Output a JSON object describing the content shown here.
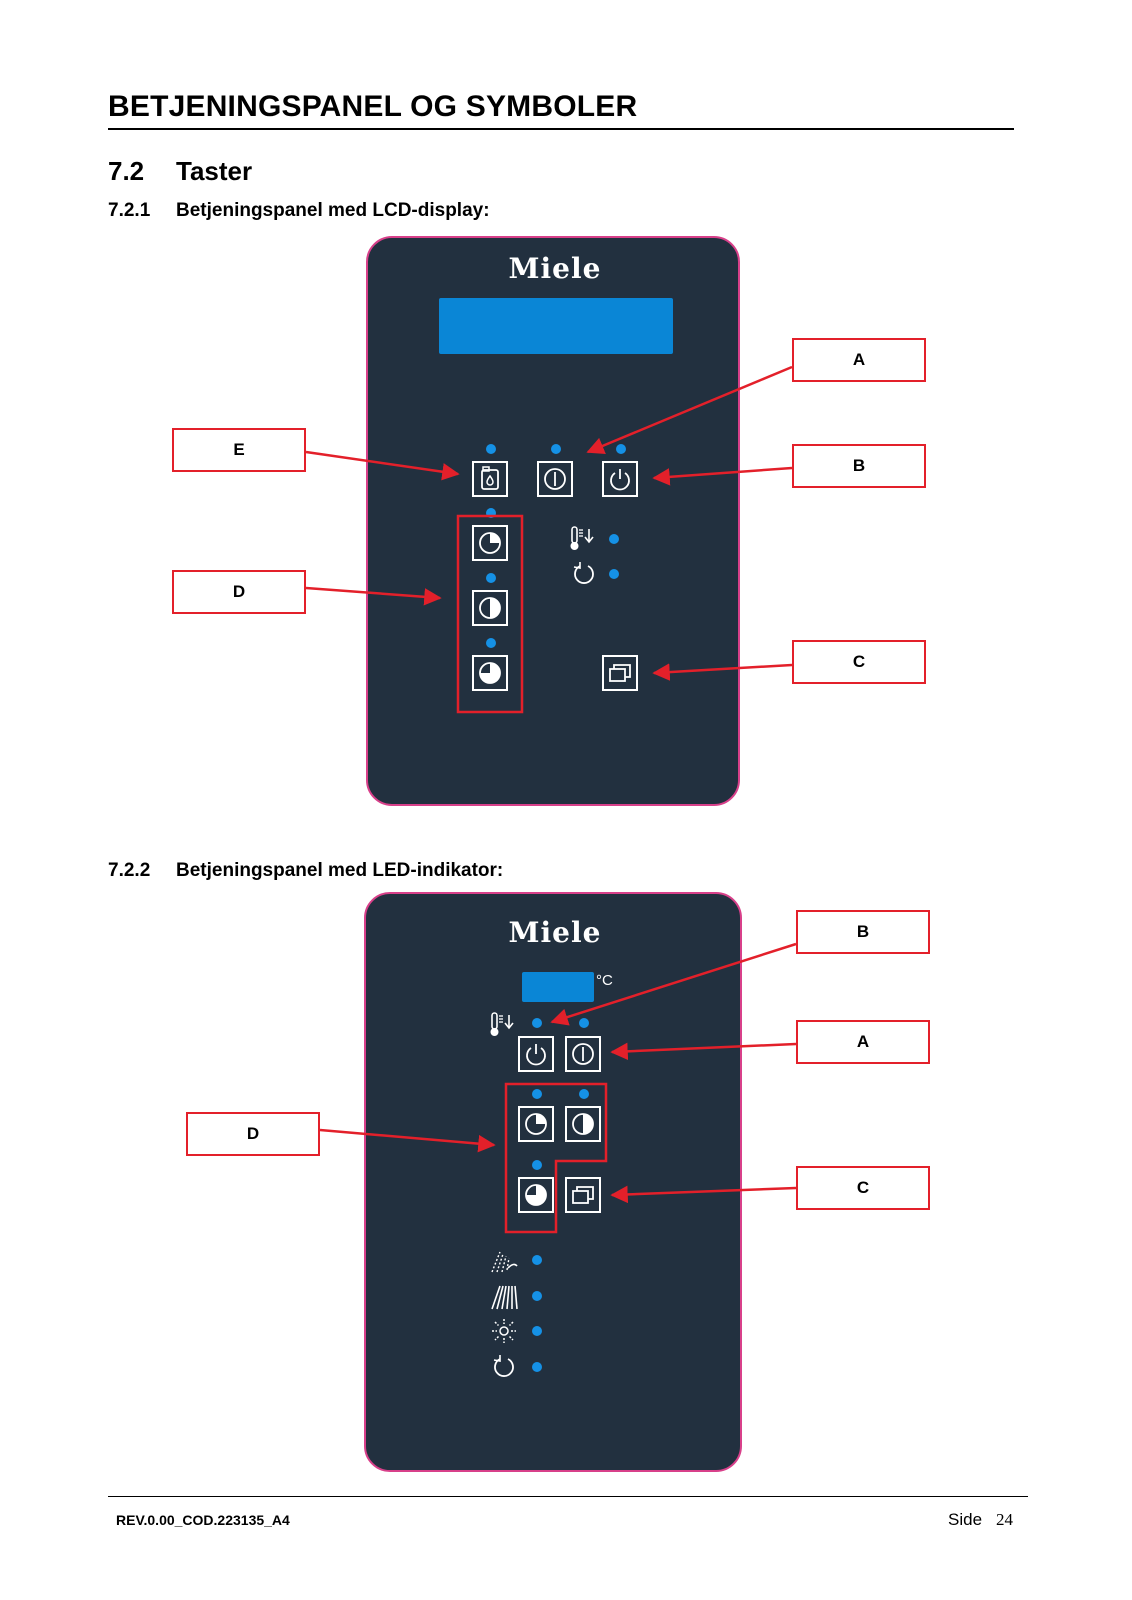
{
  "header": {
    "title": "BETJENINGSPANEL OG SYMBOLER",
    "section_number": "7.2",
    "section_title": "Taster"
  },
  "panel_lcd": {
    "subsection_number": "7.2.1",
    "subsection_title": "Betjeningspanel med LCD-display:",
    "brand": "Miele",
    "callouts": {
      "a": "A",
      "b": "B",
      "c": "C",
      "d": "D",
      "e": "E"
    }
  },
  "panel_led": {
    "subsection_number": "7.2.2",
    "subsection_title": "Betjeningspanel med LED-indikator:",
    "brand": "Miele",
    "temp_unit": "°C",
    "callouts": {
      "a": "A",
      "b": "B",
      "c": "C",
      "d": "D"
    }
  },
  "footer": {
    "doc_code": "REV.0.00_COD.223135_A4",
    "page_label": "Side",
    "page_number": "24"
  },
  "colors": {
    "panel_background": "#22303f",
    "panel_border": "#d8408a",
    "display_blue": "#0a86d6",
    "led_blue": "#1591e6",
    "callout_red": "#e3202a"
  }
}
